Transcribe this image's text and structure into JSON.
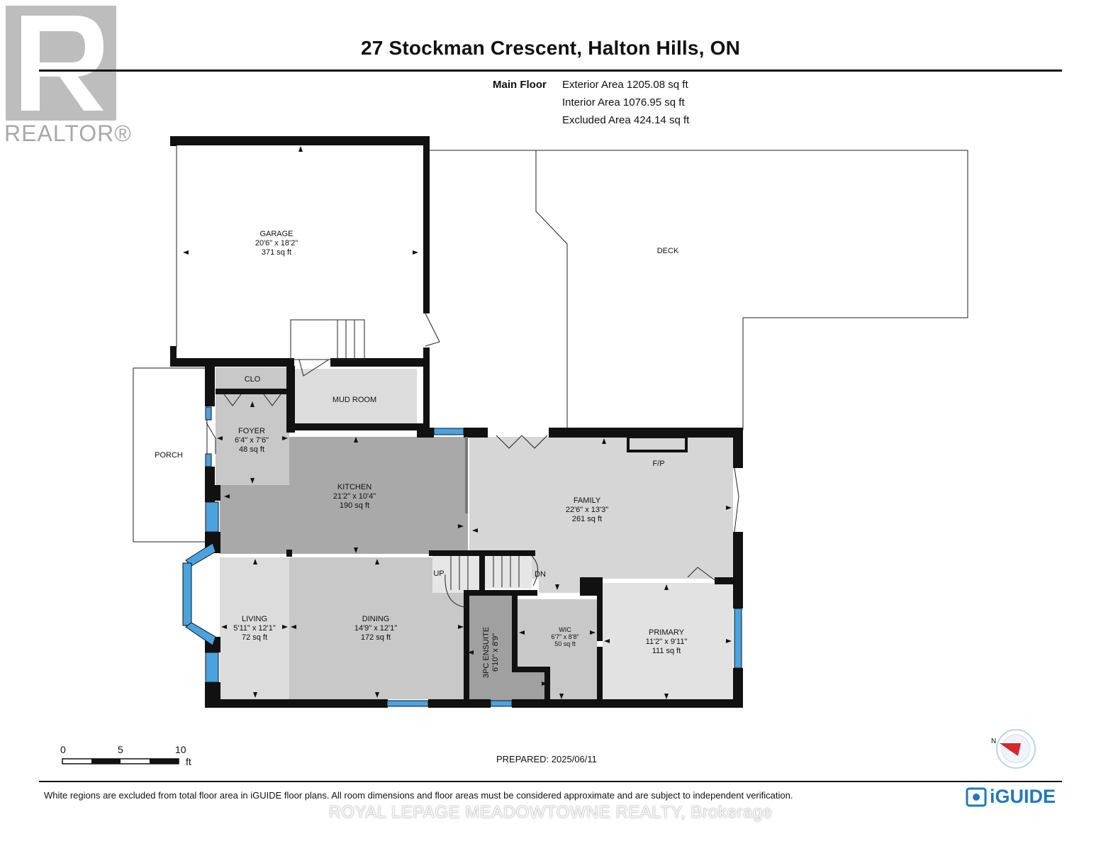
{
  "header": {
    "title": "27 Stockman Crescent, Halton Hills, ON"
  },
  "logo": {
    "text": "REALTOR®",
    "color": "#a8a8a8"
  },
  "areas": {
    "floor_label": "Main Floor",
    "exterior": "Exterior Area 1205.08 sq ft",
    "interior": "Interior Area 1076.95 sq ft",
    "excluded": "Excluded Area 424.14 sq ft"
  },
  "rooms": {
    "garage": {
      "name": "GARAGE",
      "dims": "20'6\" x 18'2\"",
      "area": "371 sq ft"
    },
    "deck": {
      "name": "DECK"
    },
    "clo": {
      "name": "CLO"
    },
    "mud_room": {
      "name": "MUD ROOM"
    },
    "foyer": {
      "name": "FOYER",
      "dims": "6'4\" x 7'6\"",
      "area": "48 sq ft"
    },
    "porch": {
      "name": "PORCH"
    },
    "kitchen": {
      "name": "KITCHEN",
      "dims": "21'2\" x 10'4\"",
      "area": "190 sq ft"
    },
    "family": {
      "name": "FAMILY",
      "dims": "22'6\" x 13'3\"",
      "area": "261 sq ft"
    },
    "fp": {
      "name": "F/P"
    },
    "living": {
      "name": "LIVING",
      "dims": "5'11\" x 12'1\"",
      "area": "72 sq ft"
    },
    "dining": {
      "name": "DINING",
      "dims": "14'9\" x 12'1\"",
      "area": "172 sq ft"
    },
    "ensuite": {
      "name": "3PC ENSUITE",
      "dims": "6'10\" x 8'9\""
    },
    "wic": {
      "name": "WIC",
      "dims": "6'7\" x 8'8\"",
      "area": "50 sq ft"
    },
    "primary": {
      "name": "PRIMARY",
      "dims": "11'2\" x 9'11\"",
      "area": "111 sq ft"
    },
    "stairs_up": {
      "name": "UP"
    },
    "stairs_down": {
      "name": "DN"
    }
  },
  "scale": {
    "ticks": [
      "0",
      "5",
      "10"
    ],
    "unit": "ft"
  },
  "prepared": "PREPARED: 2025/06/11",
  "disclaimer": "White regions are excluded from total floor area in iGUIDE floor plans. All room dimensions and floor areas must be considered approximate and are subject to independent verification.",
  "brand": {
    "text": "iGUIDE",
    "color": "#1f79bd"
  },
  "brokerage": "ROYAL LEPAGE MEADOWTOWNE REALTY, Brokerage",
  "colors": {
    "wall": "#111111",
    "window": "#4aa3df",
    "room_dark": "#a9a9a9",
    "room_mid": "#c8c8c8",
    "room_light": "#dcdcdc",
    "compass_red": "#d9262c"
  }
}
